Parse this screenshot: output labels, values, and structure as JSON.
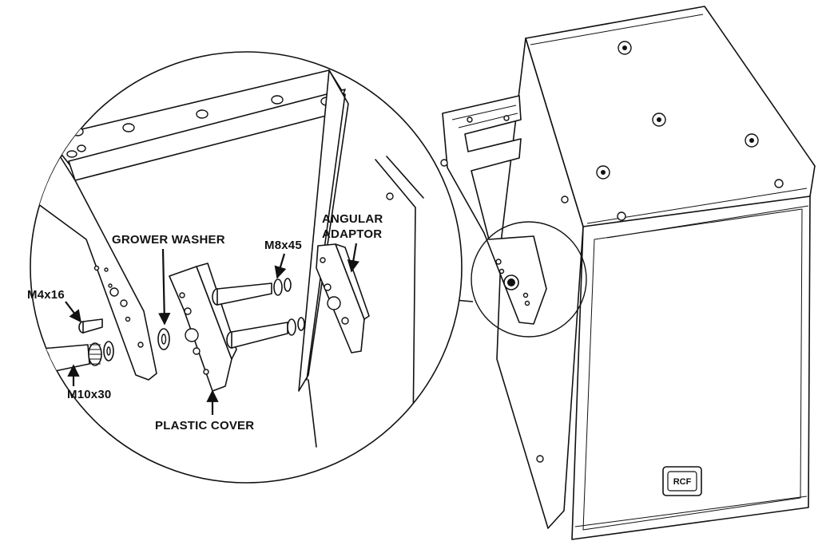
{
  "labels": {
    "m4x16": "M4x16",
    "grower_washer": "GROWER WASHER",
    "m8x45": "M8x45",
    "angular_adaptor_line1": "ANGULAR",
    "angular_adaptor_line2": "ADAPTOR",
    "m10x30": "M10x30",
    "plastic_cover": "PLASTIC COVER"
  },
  "logo_text": "RCF",
  "colors": {
    "line": "#111111",
    "background": "#ffffff"
  }
}
